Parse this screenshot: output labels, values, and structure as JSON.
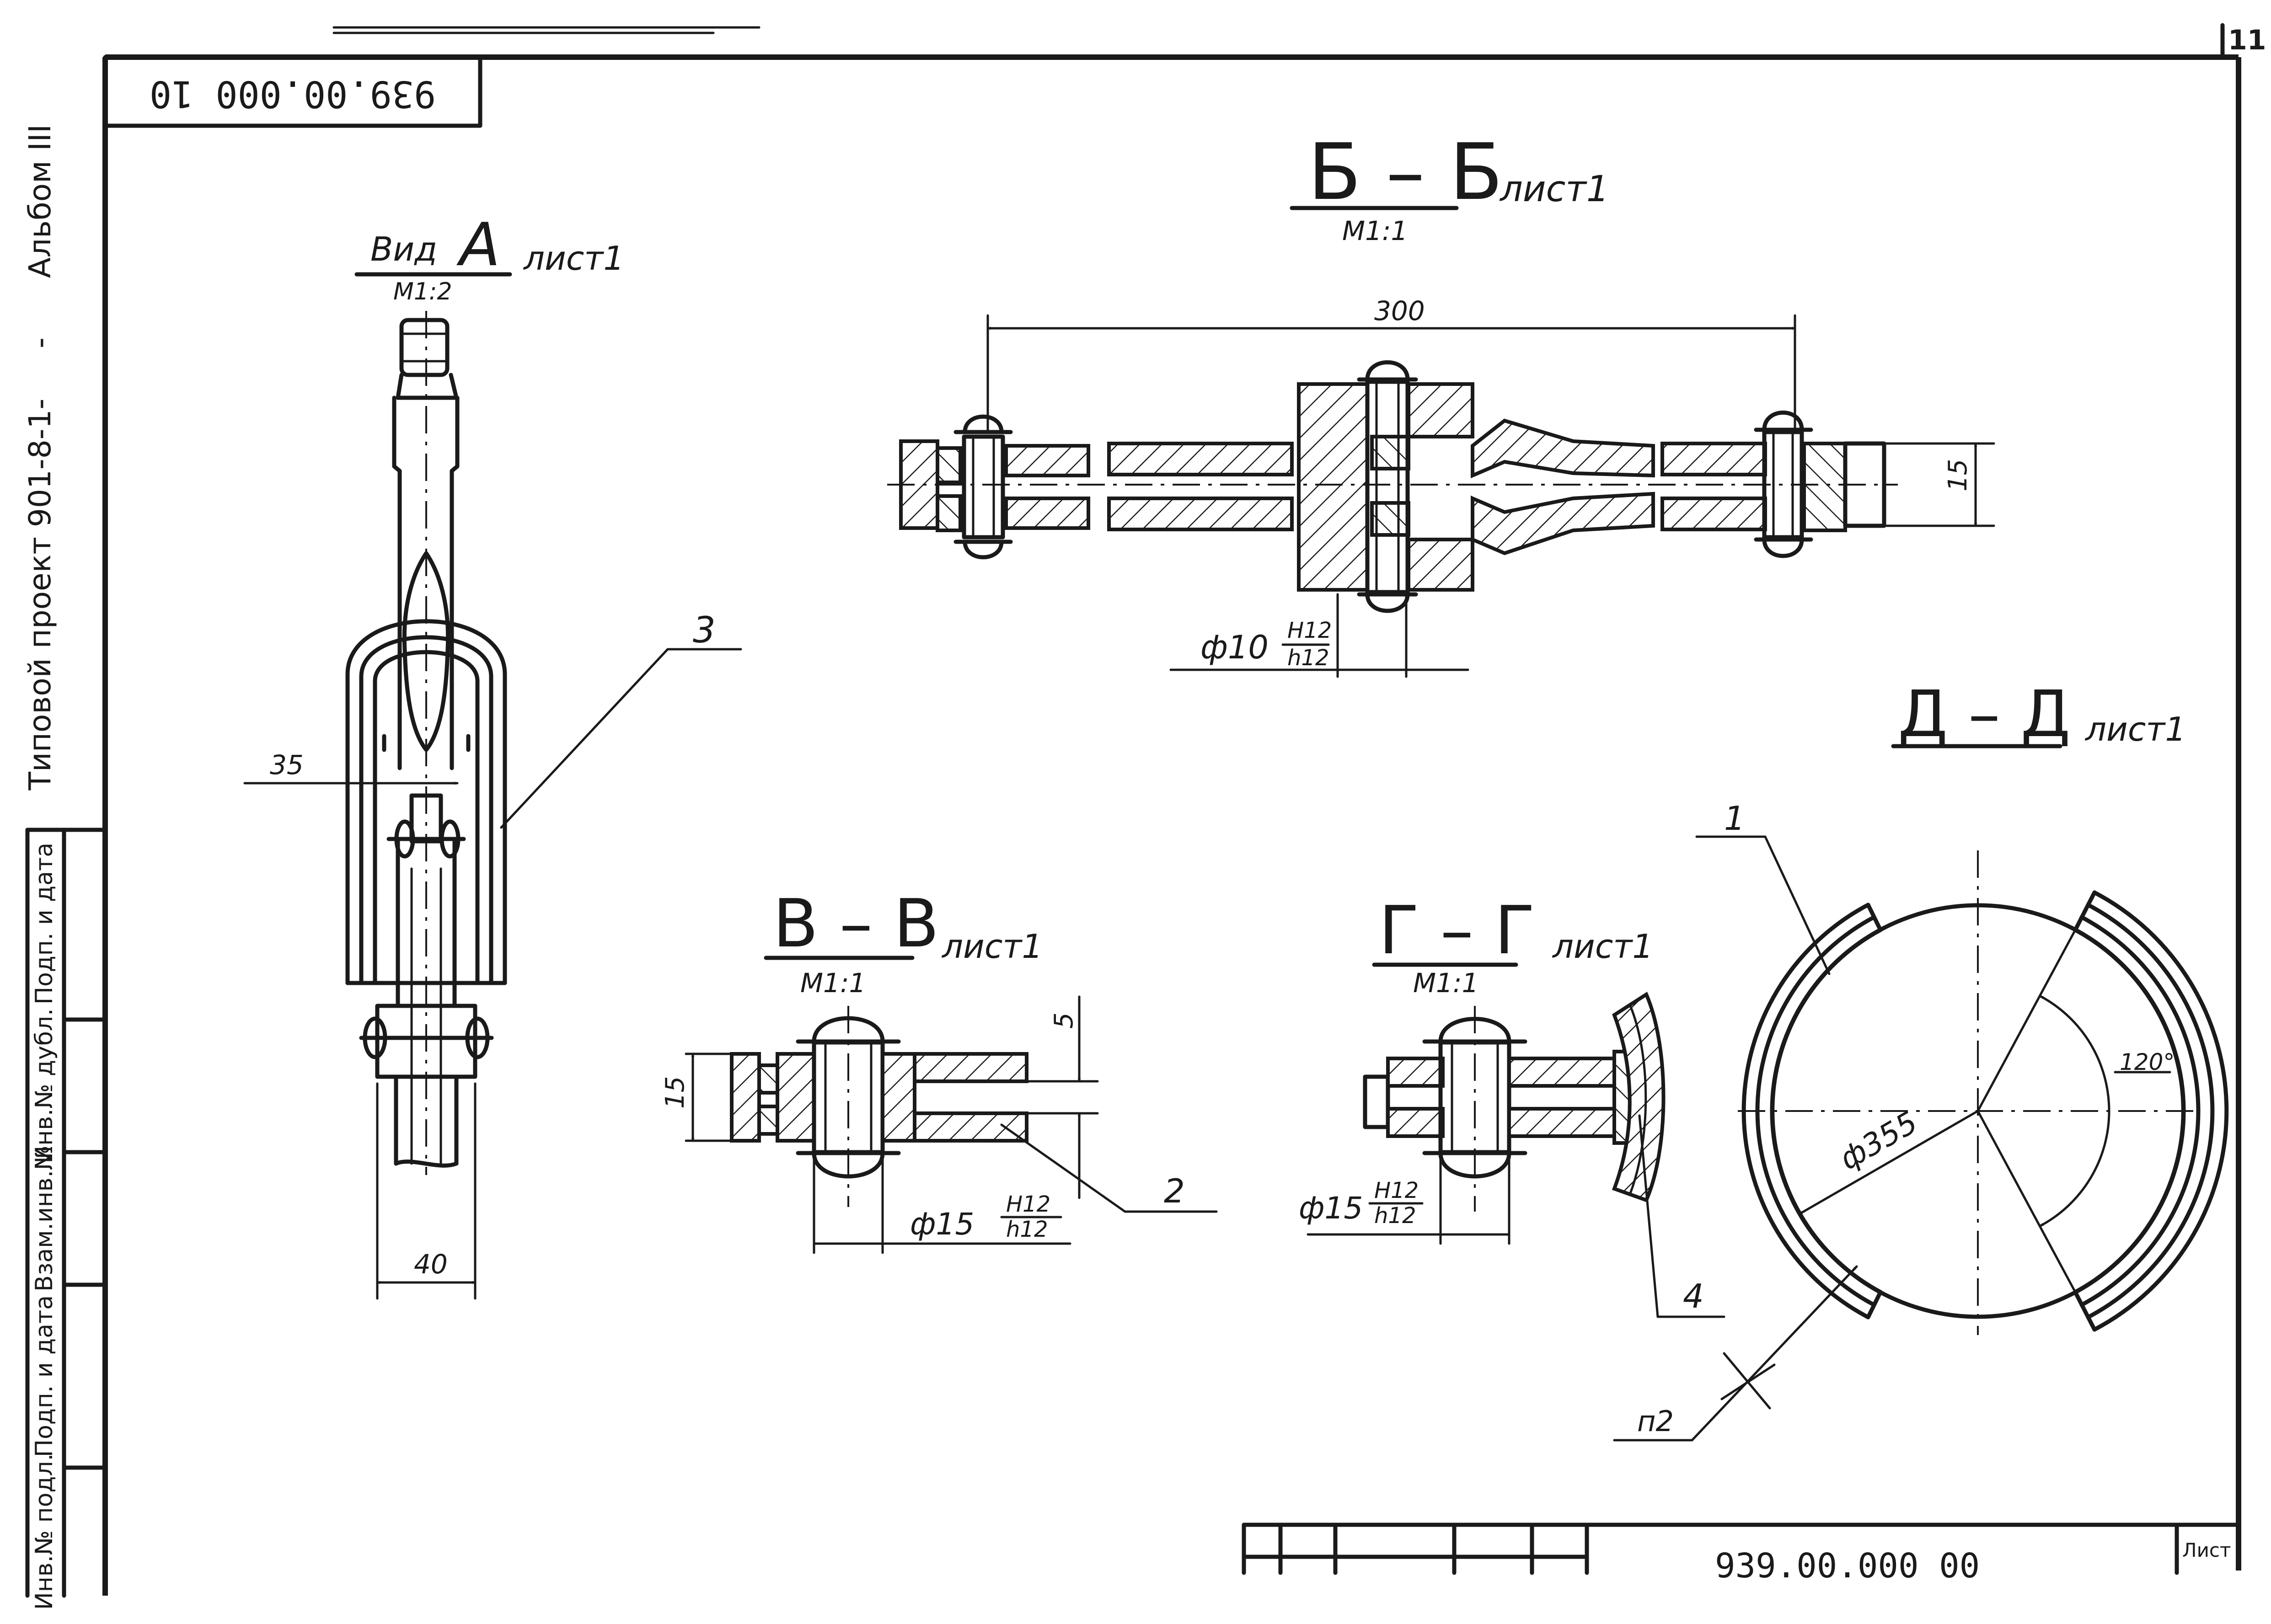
{
  "sheet": {
    "sheet_number": "11",
    "code_box": "939.00.000 10",
    "bottom_code": "939.00.000 00",
    "bottom_sheet_label": "Лист"
  },
  "side_strip": {
    "project_text": "Типовой проект 901-8-1-",
    "dash": "-",
    "album_text": "Альбом III",
    "cells": [
      "Взам.инв.№",
      "Инв.№ дубл.",
      "Подп. и дата",
      "Инв.№ подл.",
      "Подп. и дата"
    ],
    "cell_labels": [
      "Подп. и дата",
      "Инв.№ дубл.",
      "Взам.инв.№",
      "Подп. и дата",
      "Инв.№ подл."
    ]
  },
  "views": {
    "vid_a": {
      "title": "Вид",
      "letter": "А",
      "scale": "М1:2",
      "sheet_ref": "лист1",
      "dims": {
        "width_top": "35",
        "width_bottom": "40"
      },
      "callout": "3"
    },
    "bb": {
      "title": "Б – Б",
      "scale": "М1:1",
      "sheet_ref": "лист1",
      "dims": {
        "span": "300",
        "thickness": "15",
        "fit_diam": "ф10",
        "fit_hole": "H12",
        "fit_shaft": "h12"
      }
    },
    "vv": {
      "title": "В – В",
      "scale": "М1:1",
      "sheet_ref": "лист1",
      "dims": {
        "gap": "5",
        "thickness": "15",
        "fit_diam": "ф15",
        "fit_hole": "H12",
        "fit_shaft": "h12"
      },
      "callout": "2"
    },
    "gg": {
      "title": "Г – Г",
      "scale": "М1:1",
      "sheet_ref": "лист1",
      "dims": {
        "fit_diam": "ф15",
        "fit_hole": "H12",
        "fit_shaft": "h12"
      },
      "callout": "4"
    },
    "dd": {
      "title": "Д – Д",
      "sheet_ref": "лист1",
      "dims": {
        "diameter": "ф355",
        "angle": "120°"
      },
      "callouts": {
        "part": "1",
        "weld": "п2"
      }
    }
  }
}
